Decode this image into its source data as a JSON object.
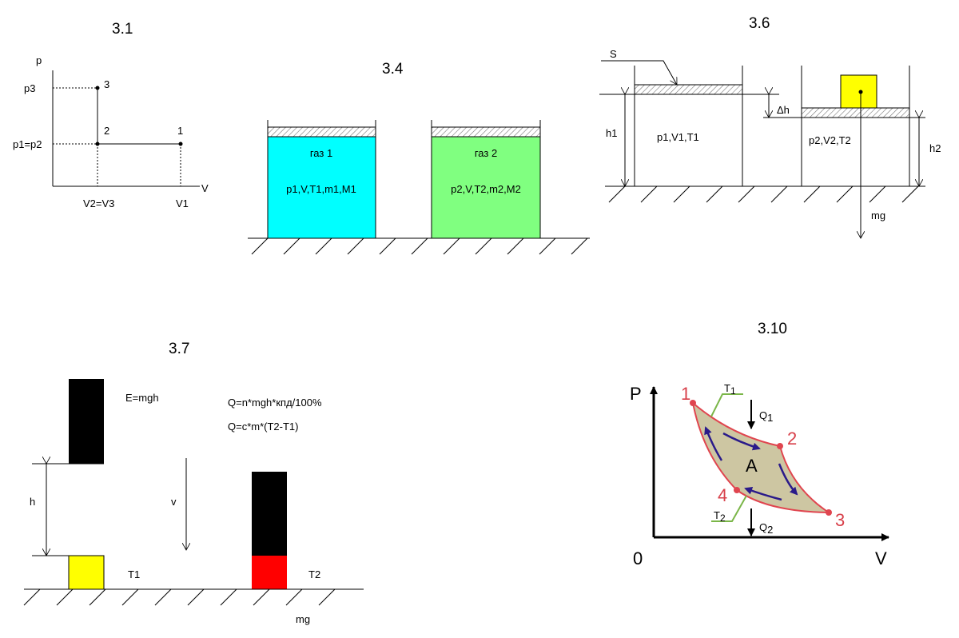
{
  "figure_3_1": {
    "title": "3.1",
    "axis_p": "p",
    "axis_v": "V",
    "p3": "p3",
    "p12": "p1=p2",
    "v23": "V2=V3",
    "v1": "V1",
    "point1": "1",
    "point2": "2",
    "point3": "3"
  },
  "figure_3_4": {
    "title": "3.4",
    "vessel1_name": "газ 1",
    "vessel1_params": "p1,V,T1,m1,M1",
    "vessel2_name": "газ 2",
    "vessel2_params": "p2,V,T2,m2,M2",
    "colors": {
      "gas1": "#00ffff",
      "gas2": "#80ff80"
    }
  },
  "figure_3_6": {
    "title": "3.6",
    "s": "S",
    "h1": "h1",
    "h2": "h2",
    "dh": "Δh",
    "state1": "p1,V1,T1",
    "state2": "p2,V2,T2",
    "mg": "mg",
    "colors": {
      "weight": "#ffff00"
    }
  },
  "figure_3_7": {
    "title": "3.7",
    "energy": "E=mgh",
    "q1": "Q=n*mgh*кпд/100%",
    "q2": "Q=c*m*(T2-T1)",
    "h": "h",
    "v": "v",
    "t1": "T1",
    "t2": "T2",
    "mg": "mg",
    "colors": {
      "cold": "#ffff00",
      "hot": "#ff0000"
    }
  },
  "figure_3_10": {
    "title": "3.10",
    "axis_p": "P",
    "axis_v": "V",
    "origin": "0",
    "points": [
      "1",
      "2",
      "3",
      "4"
    ],
    "area": "A",
    "q1": "Q",
    "q1_sub": "1",
    "q2": "Q",
    "q2_sub": "2",
    "t1": "T",
    "t1_sub": "1",
    "t2": "T",
    "t2_sub": "2",
    "colors": {
      "cycle_fill": "#cdc6a2",
      "cycle_stroke": "#e0454f",
      "arrows": "#2a1a8a",
      "isotherm": "#7ab648"
    }
  }
}
